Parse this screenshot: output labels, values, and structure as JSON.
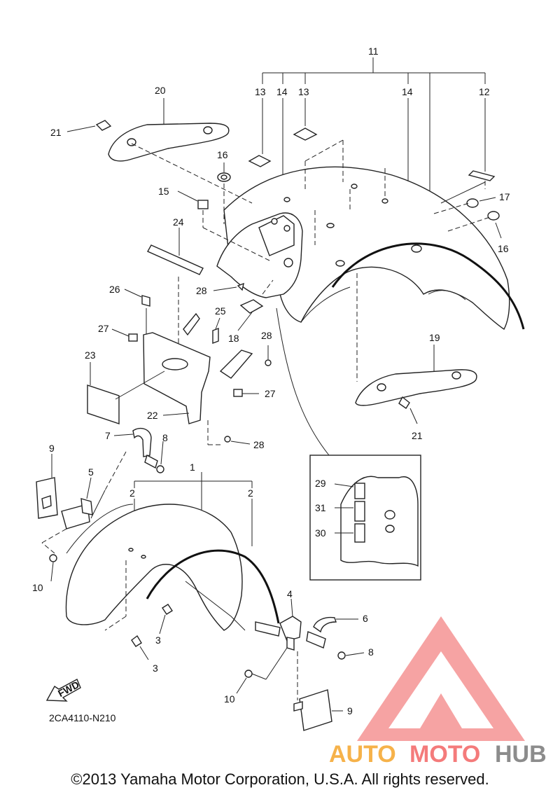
{
  "diagram": {
    "code": "2CA4110-N210",
    "fwd_label": "FWD",
    "callouts": {
      "c1": "1",
      "c2a": "2",
      "c2b": "2",
      "c3a": "3",
      "c3b": "3",
      "c4": "4",
      "c5": "5",
      "c6": "6",
      "c7": "7",
      "c8a": "8",
      "c8b": "8",
      "c9a": "9",
      "c9b": "9",
      "c10a": "10",
      "c10b": "10",
      "c11": "11",
      "c12": "12",
      "c13a": "13",
      "c13b": "13",
      "c14a": "14",
      "c14b": "14",
      "c15": "15",
      "c16a": "16",
      "c16b": "16",
      "c17": "17",
      "c18": "18",
      "c19": "19",
      "c20": "20",
      "c21a": "21",
      "c21b": "21",
      "c22": "22",
      "c23": "23",
      "c24": "24",
      "c25": "25",
      "c26": "26",
      "c27a": "27",
      "c27b": "27",
      "c28a": "28",
      "c28b": "28",
      "c28c": "28",
      "c29": "29",
      "c30": "30",
      "c31": "31"
    }
  },
  "watermark": {
    "auto": "AUTO",
    "moto": "MOTO",
    "hub": "HUB",
    "colors": {
      "auto": "#f6b24a",
      "moto": "#f47b7b",
      "hub": "#8c8c8c",
      "triangle": "#f28b8b"
    }
  },
  "copyright": "©2013 Yamaha Motor Corporation, U.S.A. All rights reserved."
}
